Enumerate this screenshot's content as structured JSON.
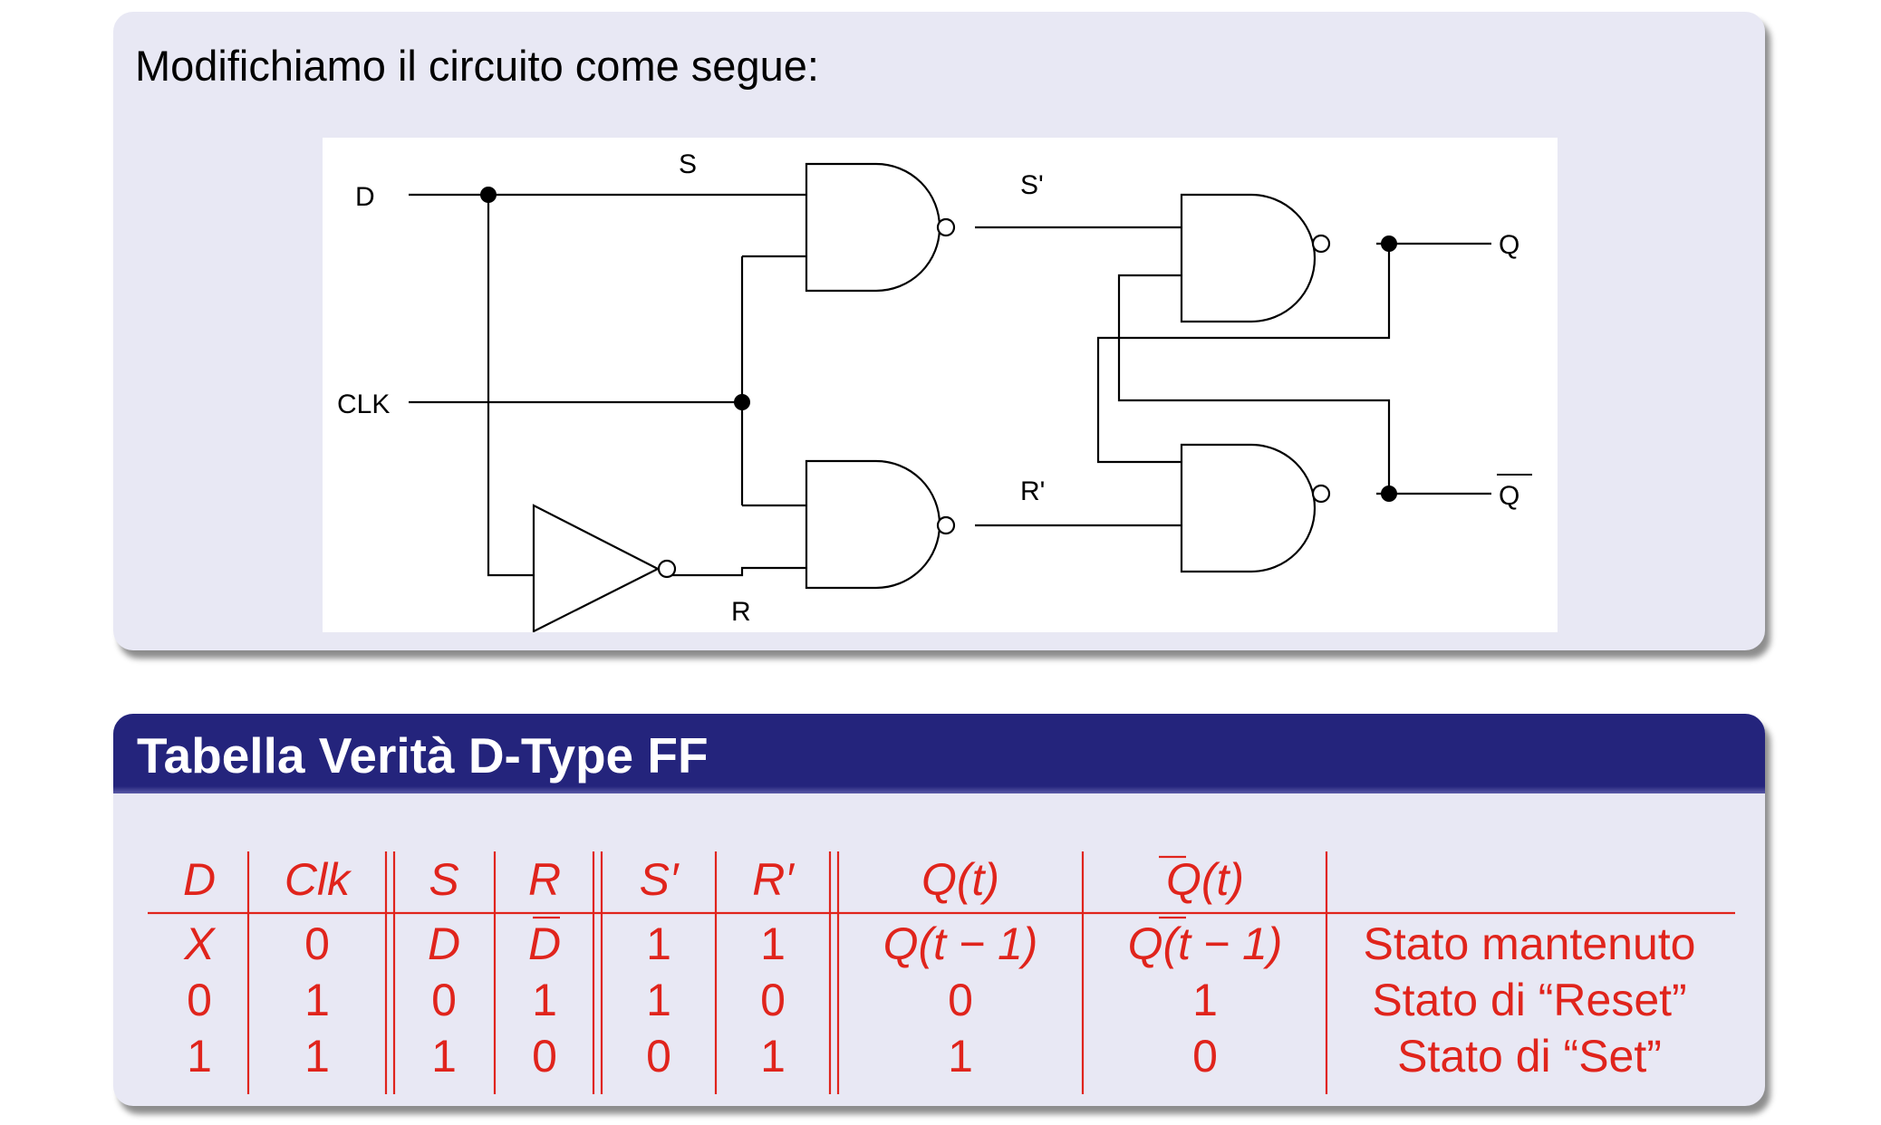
{
  "intro_text": "Modifichiamo il circuito come segue:",
  "circuit": {
    "labels": {
      "d": "D",
      "clk": "CLK",
      "s": "S",
      "r": "R",
      "s_prime": "S'",
      "r_prime": "R'",
      "q": "Q",
      "q_bar": "Q"
    }
  },
  "table_block": {
    "title": "Tabella Verità D-Type FF",
    "headers": {
      "d": "D",
      "clk": "Clk",
      "s": "S",
      "r": "R",
      "s_prime": "S′",
      "r_prime": "R′",
      "q_t": "Q(t)",
      "qbar_t": "Q(t)",
      "desc": ""
    },
    "rows": [
      {
        "d": "X",
        "clk": "0",
        "s": "D",
        "r": "D",
        "s_prime": "1",
        "r_prime": "1",
        "q_t": "Q(t − 1)",
        "qbar_t": "Q(t − 1)",
        "desc": "Stato mantenuto"
      },
      {
        "d": "0",
        "clk": "1",
        "s": "0",
        "r": "1",
        "s_prime": "1",
        "r_prime": "0",
        "q_t": "0",
        "qbar_t": "1",
        "desc": "Stato di “Reset”"
      },
      {
        "d": "1",
        "clk": "1",
        "s": "1",
        "r": "0",
        "s_prime": "0",
        "r_prime": "1",
        "q_t": "1",
        "qbar_t": "0",
        "desc": "Stato di “Set”"
      }
    ]
  },
  "colors": {
    "block_title_bg": "#24247c",
    "box_bg": "#e8e8f4",
    "table_text": "#e0241c"
  }
}
